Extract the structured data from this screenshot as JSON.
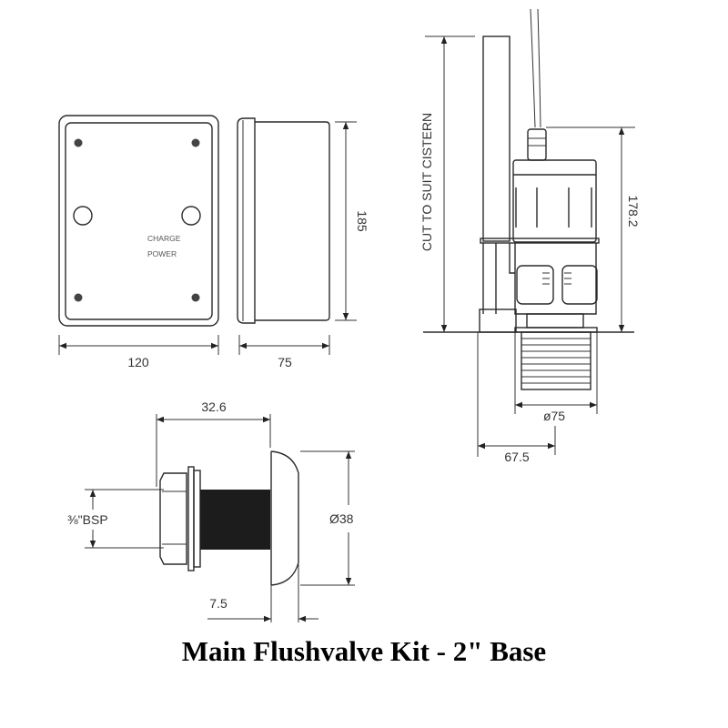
{
  "title": "Main Flushvalve Kit - 2\" Base",
  "control_box": {
    "label_charge": "CHARGE",
    "label_power": "POWER",
    "width_dim": "120",
    "depth_dim": "75",
    "height_dim": "185"
  },
  "flush_valve": {
    "overflow_label": "CUT TO SUIT CISTERN",
    "height_dim": "178.2",
    "diameter_dim": "ø75",
    "offset_dim": "67.5"
  },
  "sensor_fitting": {
    "length_dim": "32.6",
    "thread_dim": "⅜\"BSP",
    "diameter_dim": "Ø38",
    "cap_dim": "7.5"
  }
}
